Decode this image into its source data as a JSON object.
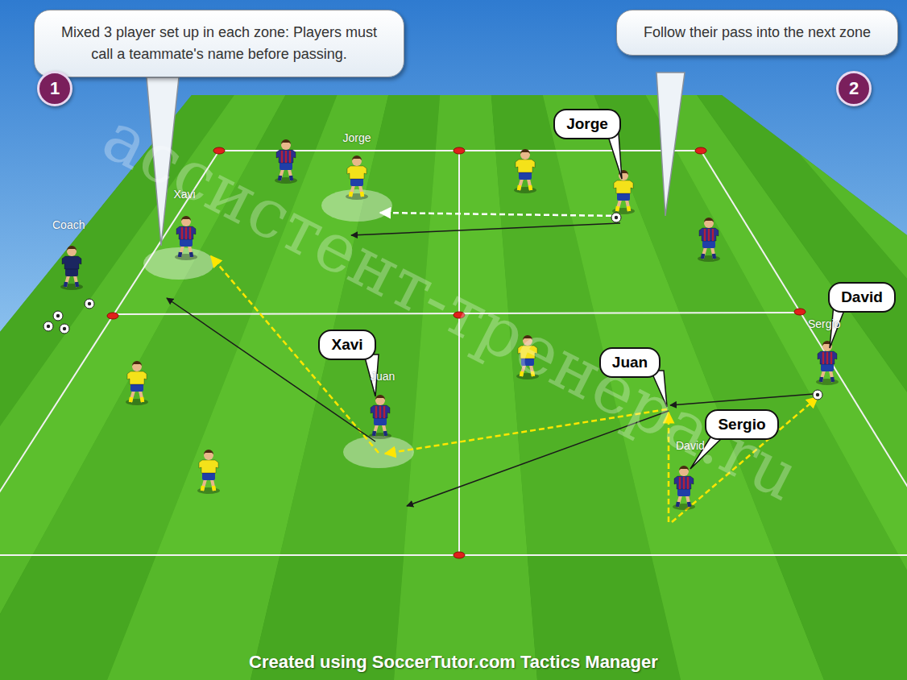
{
  "diagram": {
    "nodes": [
      {
        "text": [
          "Mixed 3 player set up in each zone: Players must call a teammate's name before passing."
        ]
      },
      {
        "text": [
          "1"
        ]
      },
      {
        "text": [
          "Follow their pass into the next zone"
        ]
      },
      {
        "text": [
          "2"
        ]
      },
      {
        "text": [
          "Jorge"
        ]
      },
      {
        "text": [
          "David"
        ]
      },
      {
        "text": [
          "Xavi"
        ]
      },
      {
        "text": [
          "Juan"
        ]
      },
      {
        "text": [
          "Sergio"
        ]
      }
    ],
    "labels": [
      "Jorge",
      "Xavi",
      "Coach",
      "Sergio",
      "Juan",
      "David",
      "ассистент-тренера.ru",
      "Created using SoccerTutor.com Tactics Manager"
    ]
  }
}
